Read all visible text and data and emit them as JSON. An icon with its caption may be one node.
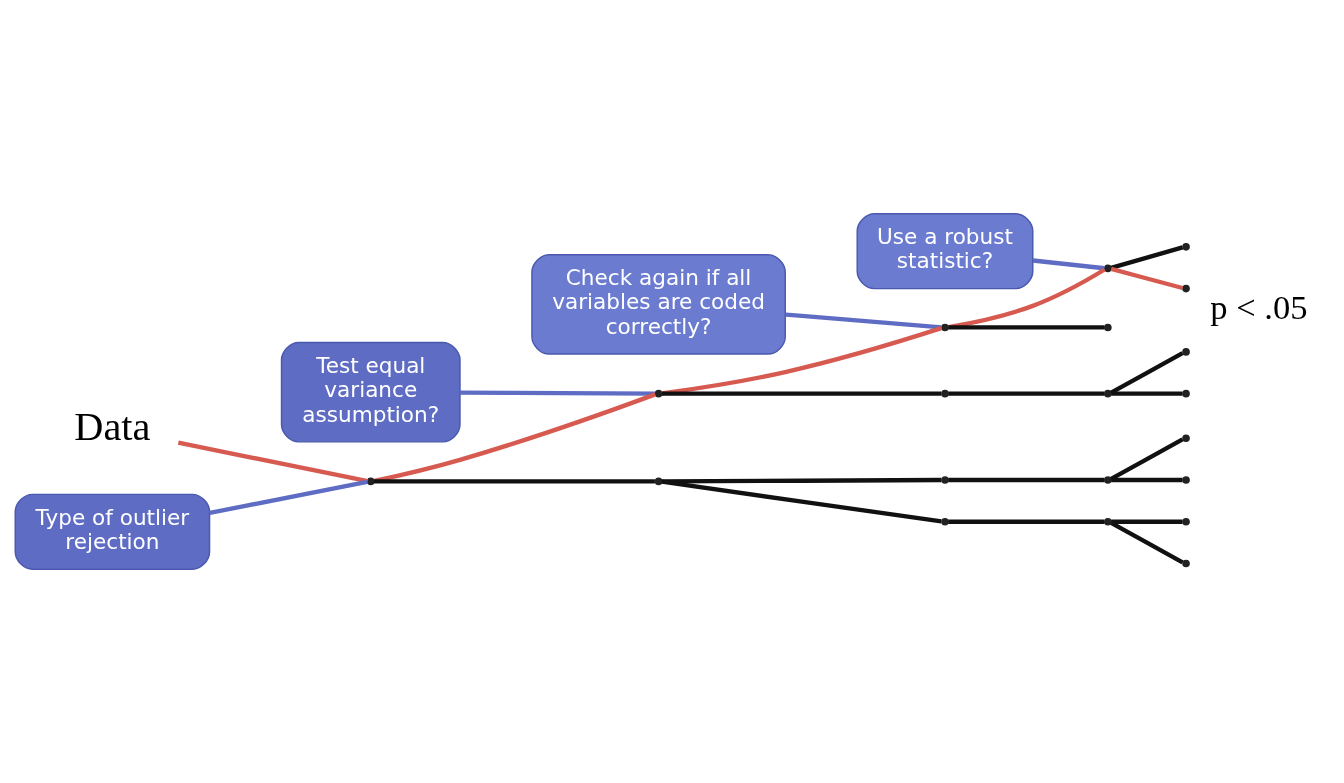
{
  "diagram": {
    "nodes": [
      {
        "text": [
          "Data"
        ]
      },
      {
        "text": [
          "Type of outlier rejection"
        ]
      },
      {
        "text": [
          "Test equal variance assumption?"
        ]
      },
      {
        "text": [
          "Use a robust statistic?"
        ]
      },
      {
        "text": [
          "Check again if all variables are coded correctly?"
        ]
      },
      {
        "text": [],
        "shape": "point"
      },
      {
        "text": [],
        "shape": "point"
      },
      {
        "text": [],
        "shape": "point"
      },
      {
        "text": [],
        "shape": "point"
      },
      {
        "text": [],
        "shape": "point"
      },
      {
        "text": [],
        "shape": "point",
        "beside": [
          "p < .05"
        ]
      },
      {
        "text": [],
        "shape": "point"
      },
      {
        "text": [],
        "shape": "point"
      },
      {
        "text": [],
        "shape": "point"
      },
      {
        "text": [],
        "shape": "point"
      },
      {
        "text": [],
        "shape": "point"
      },
      {
        "text": [],
        "shape": "point"
      },
      {
        "text": [],
        "shape": "point"
      },
      {
        "text": [],
        "shape": "point"
      },
      {
        "text": [],
        "shape": "point"
      },
      {
        "text": [],
        "shape": "point"
      },
      {
        "text": [],
        "shape": "point"
      },
      {
        "text": [],
        "shape": "point"
      },
      {
        "text": [],
        "shape": "point"
      },
      {
        "text": [],
        "shape": "point"
      }
    ],
    "edges": [
      {
        "from": 0,
        "to": 5,
        "arrow": "none",
        "color": "#d65a50"
      },
      {
        "from": 5,
        "to": 6,
        "arrow": "none",
        "color": "#d65a50"
      },
      {
        "from": 6,
        "to": 7,
        "arrow": "none",
        "color": "#d65a50"
      },
      {
        "from": 7,
        "to": 8,
        "arrow": "none",
        "color": "#d65a50"
      },
      {
        "from": 8,
        "to": 10,
        "arrow": "none",
        "color": "#d65a50"
      },
      {
        "from": 8,
        "to": 9,
        "arrow": "none"
      },
      {
        "from": 7,
        "to": 11,
        "arrow": "none"
      },
      {
        "from": 6,
        "to": 12,
        "arrow": "none"
      },
      {
        "from": 12,
        "to": 13,
        "arrow": "none"
      },
      {
        "from": 13,
        "to": 14,
        "arrow": "none"
      },
      {
        "from": 13,
        "to": 15,
        "arrow": "none"
      },
      {
        "from": 5,
        "to": 16,
        "arrow": "none"
      },
      {
        "from": 16,
        "to": 17,
        "arrow": "none"
      },
      {
        "from": 17,
        "to": 18,
        "arrow": "none"
      },
      {
        "from": 18,
        "to": 19,
        "arrow": "none"
      },
      {
        "from": 18,
        "to": 20,
        "arrow": "none"
      },
      {
        "from": 16,
        "to": 21,
        "arrow": "none"
      },
      {
        "from": 21,
        "to": 22,
        "arrow": "none"
      },
      {
        "from": 22,
        "to": 23,
        "arrow": "none"
      },
      {
        "from": 22,
        "to": 24,
        "arrow": "none"
      },
      {
        "from": 1,
        "to": 5,
        "arrow": "none",
        "color": "#5e6cc4"
      },
      {
        "from": 2,
        "to": 6,
        "arrow": "none",
        "color": "#5e6cc4"
      },
      {
        "from": 3,
        "to": 8,
        "arrow": "none",
        "color": "#5e6cc4"
      },
      {
        "from": 4,
        "to": 7,
        "arrow": "none",
        "color": "#5e6cc4"
      }
    ]
  }
}
